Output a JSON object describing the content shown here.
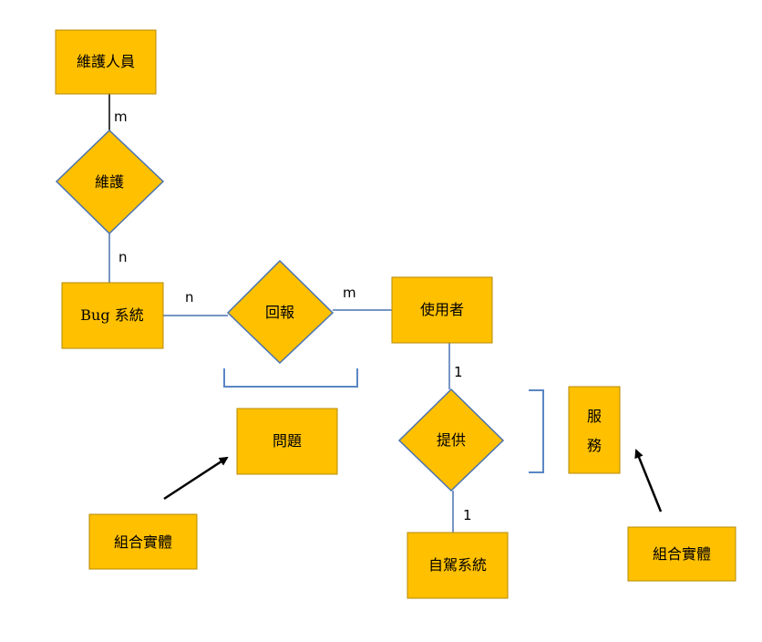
{
  "entities": {
    "maintainer": "維護人員",
    "bug_system": "Bug 系統",
    "user": "使用者",
    "problem": "問題",
    "service_line1": "服",
    "service_line2": "務",
    "self_driving": "自駕系統",
    "composite_left": "組合實體",
    "composite_right": "組合實體"
  },
  "relationships": {
    "maintain": "維護",
    "report": "回報",
    "provide": "提供"
  },
  "cardinalities": {
    "maintainer_maintain": "m",
    "maintain_bug": "n",
    "bug_report": "n",
    "report_user": "m",
    "user_provide": "1",
    "provide_selfdriving": "1"
  },
  "colors": {
    "entity_fill": "#ffc000",
    "entity_stroke": "#b68a00",
    "connector": "#4a72b0",
    "bracket": "#5b86c5",
    "arrow": "#000000"
  }
}
